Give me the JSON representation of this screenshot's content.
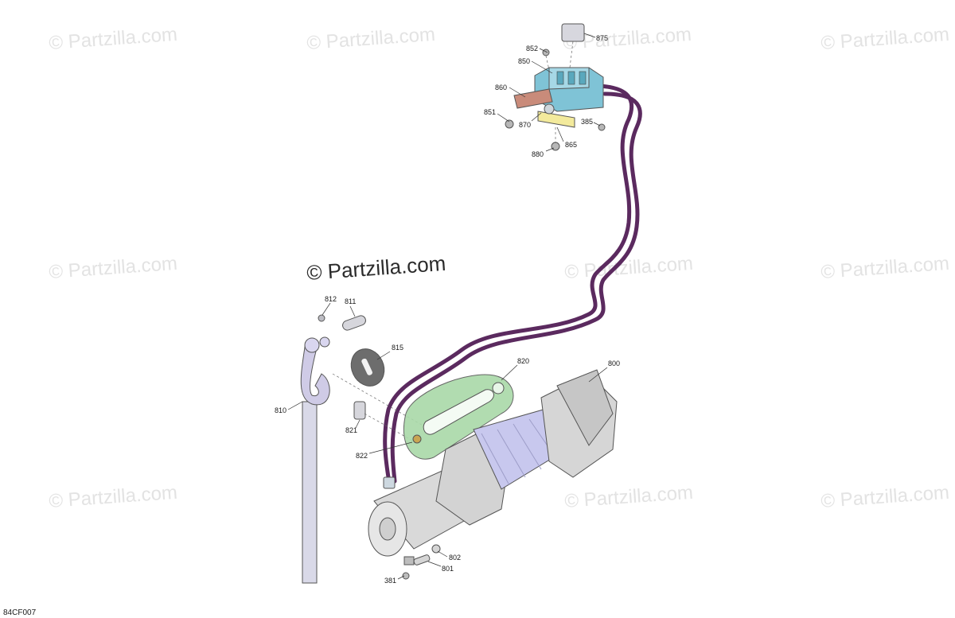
{
  "watermarks": [
    "© Partzilla.com",
    "© Partzilla.com",
    "© Partzilla.com",
    "© Partzilla.com",
    "© Partzilla.com",
    "© Partzilla.com",
    "© Partzilla.com",
    "© Partzilla.com",
    "© Partzilla.com",
    "© Partzilla.com"
  ],
  "main_watermark": "© Partzilla.com",
  "diagram_code": "84CF007",
  "callouts": {
    "c875": "875",
    "c852": "852",
    "c850": "850",
    "c860": "860",
    "c851": "851",
    "c870": "870",
    "c865": "865",
    "c385": "385",
    "c880": "880",
    "c812": "812",
    "c811": "811",
    "c815": "815",
    "c810": "810",
    "c821": "821",
    "c822": "822",
    "c820": "820",
    "c800": "800",
    "c802": "802",
    "c801": "801",
    "c381": "381"
  },
  "colors": {
    "cable": "#5b2a5f",
    "solenoid": "#7fc3d6",
    "fairlead": "#a9d9a8",
    "hook": "#cfcbe6",
    "winch_drum": "#c8c8ee",
    "winch_body": "#d9d9d9",
    "terminal_copper": "#c98b7a",
    "terminal_yellow": "#f3ea9c"
  }
}
